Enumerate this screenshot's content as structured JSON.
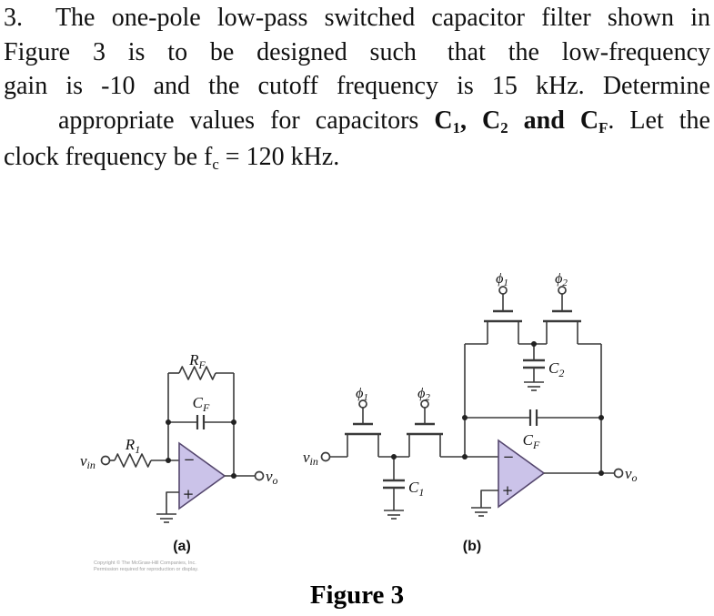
{
  "problem": {
    "line1": "3.  The one-pole low-pass switched capacitor filter shown in",
    "line2a": "Figure 3 is to be designed such",
    "line2b": "that the low-frequency",
    "line3": "gain is -10 and the cutoff frequency is 15 kHz. Determine",
    "line4": {
      "pre": "appropriate values for capacitors ",
      "c1": "C",
      "c1sub": "1",
      "comma1": ", ",
      "c2": "C",
      "c2sub": "2",
      "and": " and ",
      "cf": "C",
      "cfsub": "F",
      "post": ". Let the"
    },
    "line5": {
      "pre": "clock frequency be f",
      "sub": "c",
      "post": " = 120 kHz."
    }
  },
  "figure": {
    "caption": "Figure 3",
    "copyright1": "Copyright © The McGraw-Hill Companies, Inc.",
    "copyright2": "Permission required for reproduction or display.",
    "colors": {
      "wire": "#3a3a3a",
      "opamp_fill": "#cbc3e9",
      "opamp_stroke": "#55476e"
    }
  },
  "circuit_a": {
    "caption": "(a)",
    "labels": {
      "rf": "R",
      "rf_sub": "F",
      "cf": "C",
      "cf_sub": "F",
      "r1": "R",
      "r1_sub": "1",
      "vin": "v",
      "vin_sub": "in",
      "vo": "v",
      "vo_sub": "o",
      "minus": "−",
      "plus": "+"
    }
  },
  "circuit_b": {
    "caption": "(b)",
    "labels": {
      "phi1": "ϕ",
      "phi1_sub": "1",
      "phi2": "ϕ",
      "phi2_sub": "2",
      "c1": "C",
      "c1_sub": "1",
      "c2": "C",
      "c2_sub": "2",
      "cf": "C",
      "cf_sub": "F",
      "vin": "v",
      "vin_sub": "in",
      "vo": "v",
      "vo_sub": "o",
      "minus": "−",
      "plus": "+"
    }
  }
}
